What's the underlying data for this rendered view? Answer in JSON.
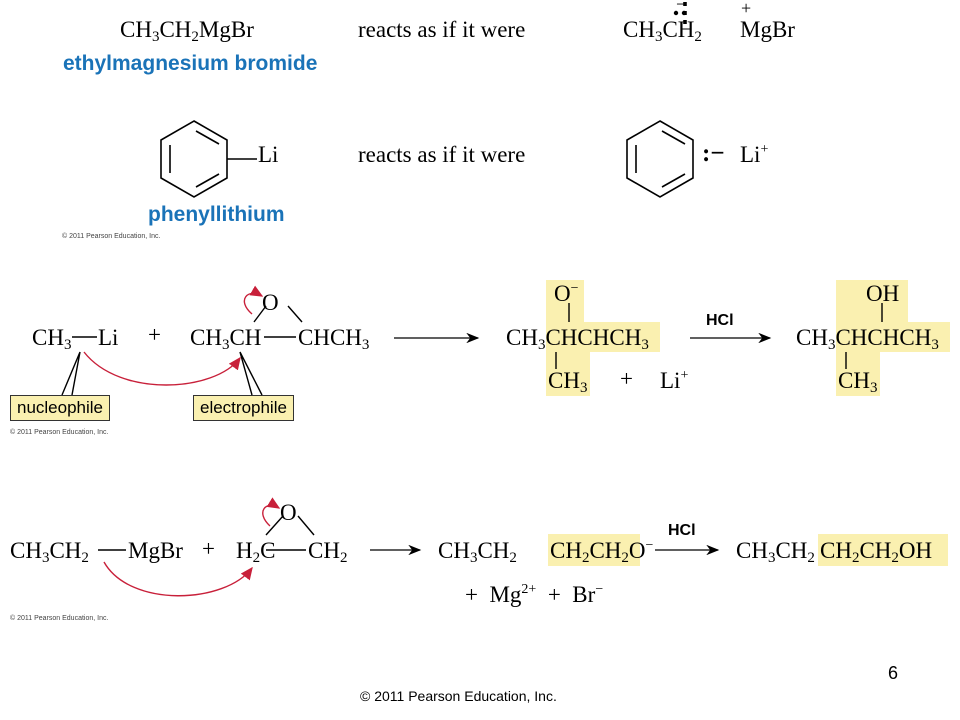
{
  "section1": {
    "grignard_formula_html": "CH<sub>3</sub>CH<sub>2</sub>MgBr",
    "grignard_name": "ethylmagnesium bromide",
    "reacts_as_1": "reacts as if it were",
    "carbanion_html": "CH<sub>3</sub>CH<sub>2</sub>",
    "cation_mgbr": "MgBr",
    "plus_sign": "+",
    "lone_pair": "..",
    "phenyl_li": "Li",
    "phenyl_name": "phenyllithium",
    "reacts_as_2": "reacts as if it were",
    "anion_charge": ":−",
    "li_cation_html": "Li<sup>+</sup>",
    "copyright": "© 2011 Pearson Education, Inc."
  },
  "section2": {
    "methyl_html": "CH<sub>3</sub>",
    "li": "Li",
    "plus": "+",
    "epoxide_left_html": "CH<sub>3</sub>CH",
    "epoxide_right_html": "CHCH<sub>3</sub>",
    "epoxide_o": "O",
    "product_o_html": "O<sup>−</sup>",
    "product_main_html": "CH<sub>3</sub>CHCHCH<sub>3</sub>",
    "product_ch3_html": "CH<sub>3</sub>",
    "plus2": "+",
    "li_ion_html": "Li<sup>+</sup>",
    "reagent": "HCl",
    "final_oh": "OH",
    "final_main_html": "CH<sub>3</sub>CHCHCH<sub>3</sub>",
    "final_ch3_html": "CH<sub>3</sub>",
    "nucleophile_label": "nucleophile",
    "electrophile_label": "electrophile",
    "copyright": "© 2011 Pearson Education, Inc."
  },
  "section3": {
    "grignard_html": "CH<sub>3</sub>CH<sub>2</sub>",
    "mgbr": "MgBr",
    "plus": "+",
    "h2c_html": "H<sub>2</sub>C",
    "ch2_html": "CH<sub>2</sub>",
    "epoxide_o": "O",
    "product_prefix_html": "CH<sub>3</sub>CH<sub>2</sub>",
    "product_hl_html": "CH<sub>2</sub>CH<sub>2</sub>O<sup>−</sup>",
    "byproducts_html": "+&nbsp;&nbsp;Mg<sup>2+</sup>&nbsp;&nbsp;+&nbsp;&nbsp;Br<sup>−</sup>",
    "reagent": "HCl",
    "final_prefix_html": "CH<sub>3</sub>CH<sub>2</sub>",
    "final_hl_html": "CH<sub>2</sub>CH<sub>2</sub>OH",
    "copyright": "© 2011 Pearson Education, Inc."
  },
  "page_number": "6",
  "footer": "© 2011 Pearson Education, Inc.",
  "colors": {
    "arrow_red": "#c8203a",
    "highlight": "#faf0b0",
    "name_blue": "#1a73b8"
  }
}
